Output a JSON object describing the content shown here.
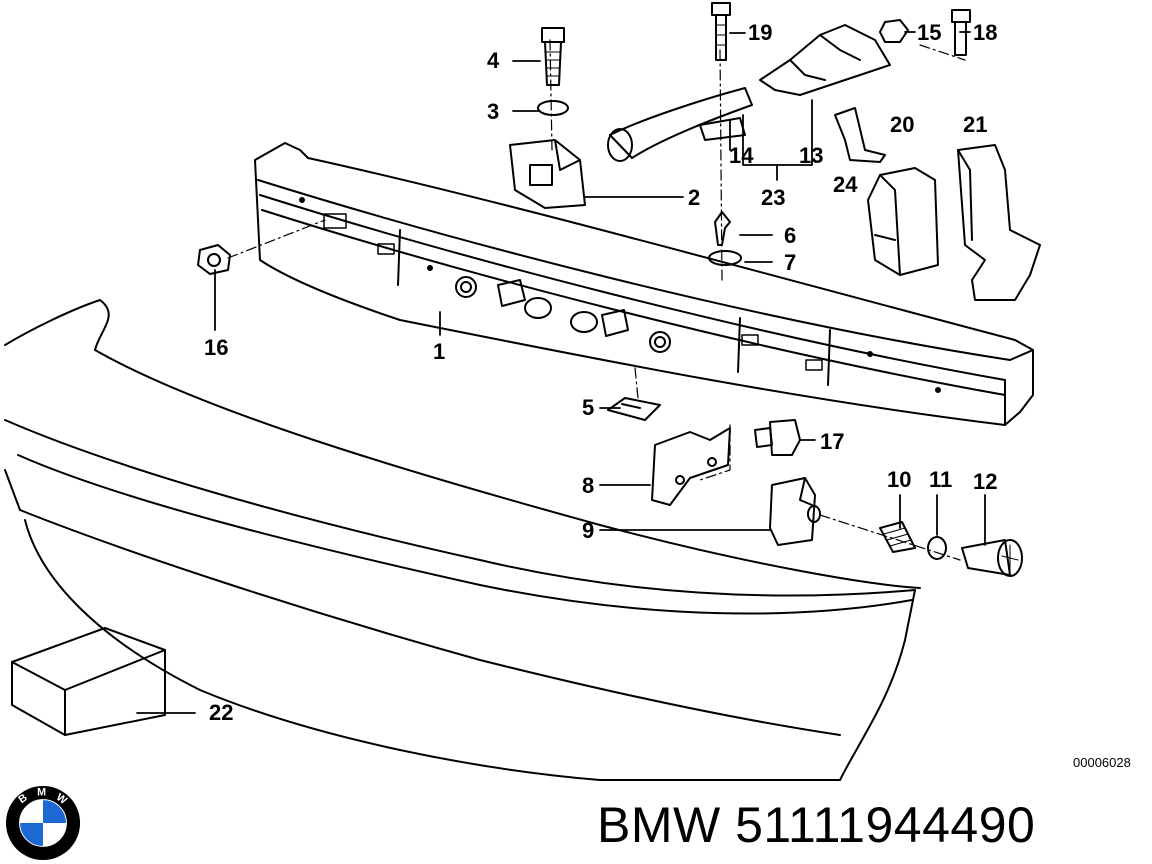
{
  "diagram": {
    "id_code": "00006028",
    "callouts": {
      "c1": "1",
      "c2": "2",
      "c3": "3",
      "c4": "4",
      "c5": "5",
      "c6": "6",
      "c7": "7",
      "c8": "8",
      "c9": "9",
      "c10": "10",
      "c11": "11",
      "c12": "12",
      "c13": "13",
      "c14": "14",
      "c15": "15",
      "c16": "16",
      "c17": "17",
      "c18": "18",
      "c19": "19",
      "c20": "20",
      "c21": "21",
      "c22": "22",
      "c23": "23",
      "c24": "24"
    }
  },
  "caption": {
    "text": "BMW 51111944490"
  },
  "logo": {
    "letters": [
      "B",
      "M",
      "W"
    ],
    "colors": {
      "blue": "#1c69d4",
      "ring": "#000000",
      "white": "#ffffff"
    }
  }
}
